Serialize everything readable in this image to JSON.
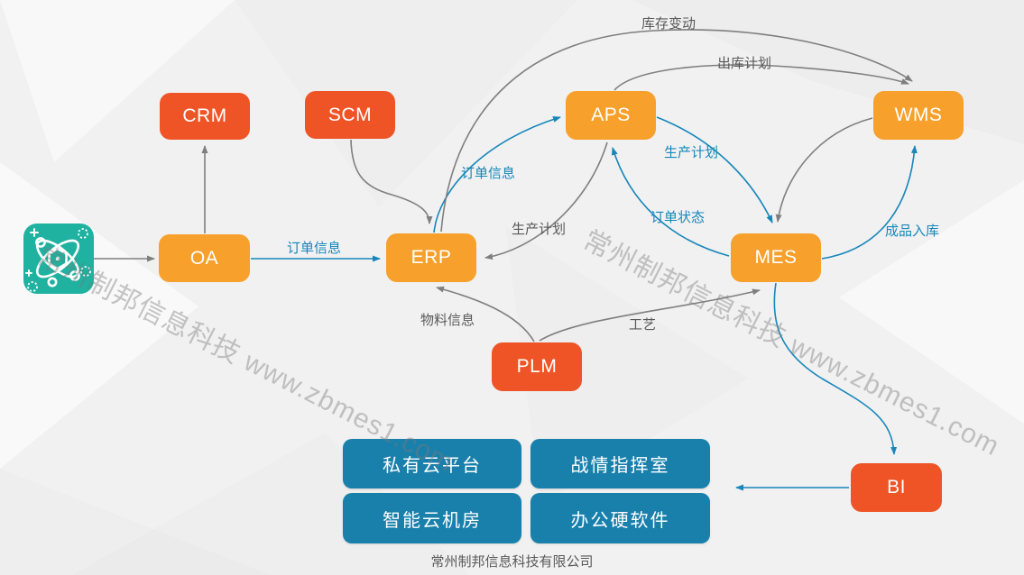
{
  "watermark": {
    "text": "常州制邦信息科技 www.zbmes1.com"
  },
  "footer": {
    "company_name": "常州制邦信息科技有限公司"
  },
  "icons": {
    "logo": "atom-molecule-icon"
  },
  "nodes": {
    "crm": {
      "label": "CRM"
    },
    "scm": {
      "label": "SCM"
    },
    "aps": {
      "label": "APS"
    },
    "wms": {
      "label": "WMS"
    },
    "oa": {
      "label": "OA"
    },
    "erp": {
      "label": "ERP"
    },
    "mes": {
      "label": "MES"
    },
    "plm": {
      "label": "PLM"
    },
    "bi": {
      "label": "BI"
    }
  },
  "edges": [
    {
      "from": "app-logo",
      "to": "OA",
      "label": "",
      "color": "gray"
    },
    {
      "from": "OA",
      "to": "CRM",
      "label": "",
      "color": "gray"
    },
    {
      "from": "OA",
      "to": "ERP",
      "label": "订单信息",
      "color": "blue"
    },
    {
      "from": "SCM",
      "to": "ERP",
      "label": "",
      "color": "gray"
    },
    {
      "from": "ERP",
      "to": "APS",
      "label": "订单信息",
      "color": "blue"
    },
    {
      "from": "ERP",
      "to": "WMS",
      "label": "库存变动",
      "color": "gray"
    },
    {
      "from": "APS",
      "to": "WMS",
      "label": "出库计划",
      "color": "gray"
    },
    {
      "from": "APS",
      "to": "ERP",
      "label": "生产计划",
      "color": "gray"
    },
    {
      "from": "APS",
      "to": "MES",
      "label": "生产计划",
      "color": "blue"
    },
    {
      "from": "MES",
      "to": "APS",
      "label": "订单状态",
      "color": "blue"
    },
    {
      "from": "WMS",
      "to": "MES",
      "label": "",
      "color": "gray"
    },
    {
      "from": "MES",
      "to": "WMS",
      "label": "成品入库",
      "color": "blue"
    },
    {
      "from": "PLM",
      "to": "ERP",
      "label": "物料信息",
      "color": "gray"
    },
    {
      "from": "PLM",
      "to": "MES",
      "label": "工艺",
      "color": "gray"
    },
    {
      "from": "MES",
      "to": "BI",
      "label": "",
      "color": "blue"
    },
    {
      "from": "BI",
      "to": "modules",
      "label": "",
      "color": "blue"
    }
  ],
  "modules": {
    "private_cloud": {
      "label": "私有云平台"
    },
    "war_room": {
      "label": "战情指挥室"
    },
    "smart_cloud_room": {
      "label": "智能云机房"
    },
    "office_software": {
      "label": "办公硬软件"
    }
  },
  "colors": {
    "node_orange": "#F7A02C",
    "node_red": "#EE5426",
    "module_blue": "#1980AC",
    "arrow_blue": "#1787BA",
    "arrow_gray": "#7F7F7F",
    "label_gray": "#595959",
    "logo_teal": "#1FB2A0",
    "background": "#F1F1F2"
  }
}
